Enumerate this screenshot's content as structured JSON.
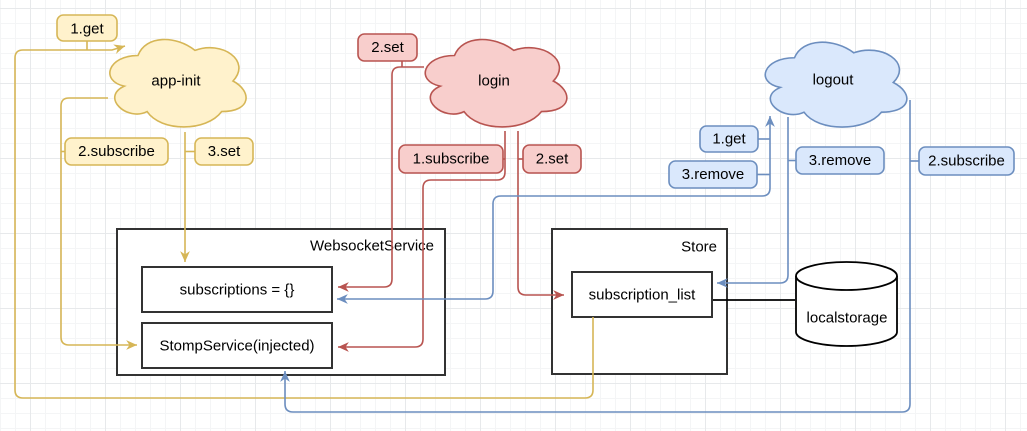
{
  "diagram": {
    "clouds": [
      {
        "label": "app-init"
      },
      {
        "label": "login"
      },
      {
        "label": "logout"
      }
    ],
    "websocket_service": {
      "title": "WebsocketService",
      "subscriptions": "subscriptions = {}",
      "stomp": "StompService(injected)"
    },
    "store": {
      "title": "Store",
      "subscription_list": "subscription_list"
    },
    "localstorage": {
      "label": "localstorage"
    },
    "edges": {
      "appinit_get": "1.get",
      "appinit_subscribe": "2.subscribe",
      "appinit_set": "3.set",
      "login_set_ws": "2.set",
      "login_subscribe": "1.subscribe",
      "login_set_store": "2.set",
      "logout_get": "1.get",
      "logout_remove_ws": "3.remove",
      "logout_remove_store": "3.remove",
      "logout_subscribe": "2.subscribe"
    },
    "colors": {
      "yellow_fill": "#fff2cc",
      "yellow_stroke": "#d6b656",
      "red_fill": "#f8cecc",
      "red_stroke": "#b85450",
      "blue_fill": "#dae8fc",
      "blue_stroke": "#6c8ebf",
      "box_stroke": "#333333",
      "black": "#000000"
    }
  }
}
